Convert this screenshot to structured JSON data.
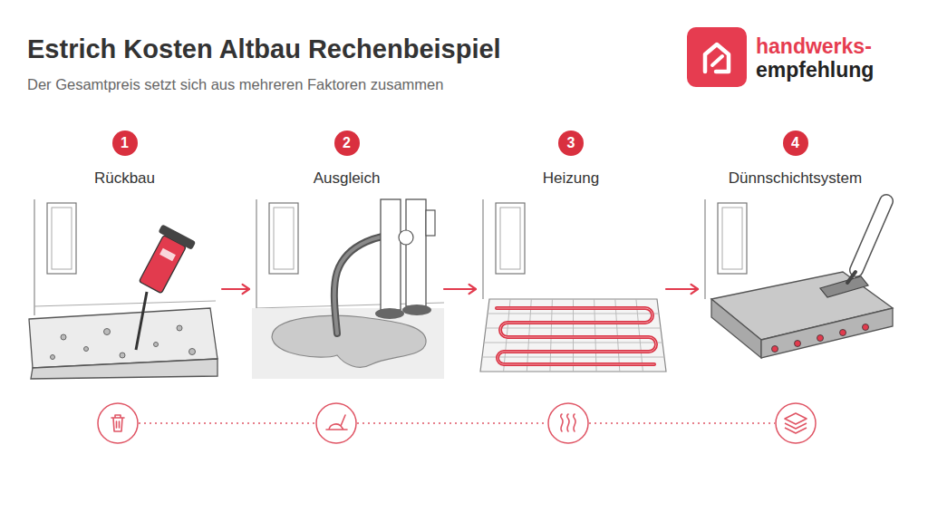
{
  "diagram": {
    "title": "Estrich Kosten Altbau Rechenbeispiel",
    "nodes": [
      {
        "text": [
          "1",
          "Rückbau"
        ]
      },
      {
        "text": [
          "2",
          "Ausgleich"
        ]
      },
      {
        "text": [
          "3",
          "Heizung"
        ]
      },
      {
        "text": [
          "4",
          "Dünnschichtsystem"
        ]
      }
    ],
    "edges": [
      {
        "from": 0,
        "to": 1,
        "arrow": "to"
      },
      {
        "from": 1,
        "to": 2,
        "arrow": "to"
      },
      {
        "from": 2,
        "to": 3,
        "arrow": "to"
      }
    ],
    "labels": [
      "Der Gesamtpreis setzt sich aus mehreren Faktoren zusammen",
      "handwerks-",
      "empfehlung"
    ]
  }
}
